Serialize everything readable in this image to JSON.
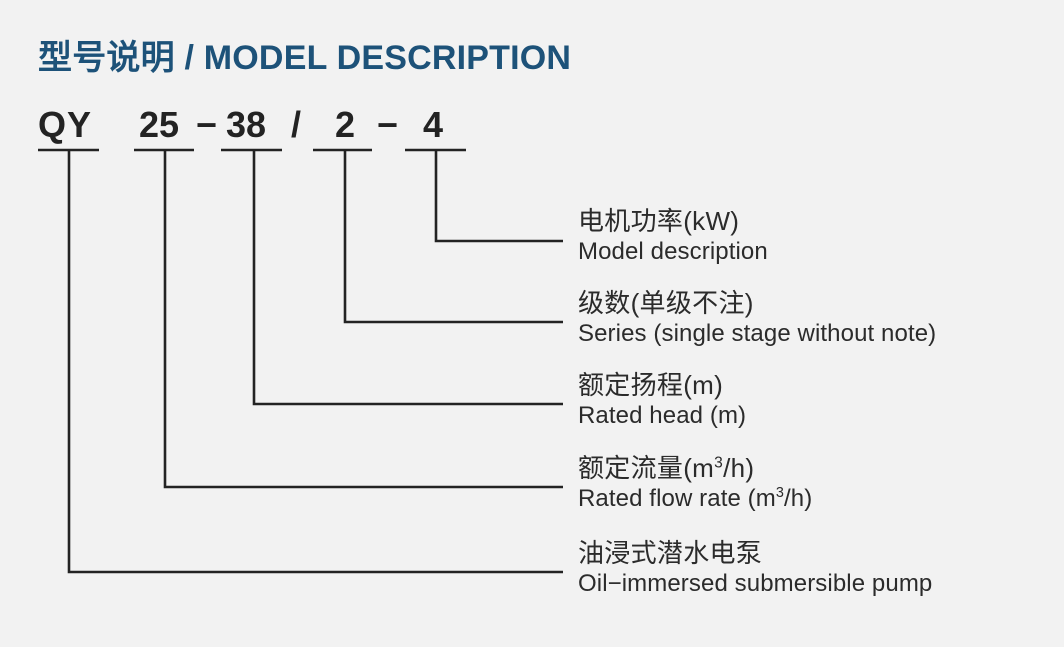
{
  "title": {
    "cn": "型号说明",
    "separator": " / ",
    "en": "MODEL DESCRIPTION",
    "color": "#1d5279"
  },
  "model_code": {
    "full": "QY 25-38 / 2 - 4",
    "segments": [
      {
        "key": "prefix",
        "text": "QY"
      },
      {
        "key": "flow",
        "text": "25"
      },
      {
        "key": "dash1",
        "text": "−"
      },
      {
        "key": "head",
        "text": "38"
      },
      {
        "key": "slash",
        "text": "/"
      },
      {
        "key": "series",
        "text": "2"
      },
      {
        "key": "dash2",
        "text": "−"
      },
      {
        "key": "power",
        "text": "4"
      }
    ]
  },
  "descriptions": [
    {
      "cn": "电机功率(kW)",
      "en": "Model description",
      "en_pre": "Model description",
      "en_sup": "",
      "en_post": ""
    },
    {
      "cn": "级数(单级不注)",
      "en": "Series (single stage without note)",
      "en_pre": "Series (single stage without note)",
      "en_sup": "",
      "en_post": ""
    },
    {
      "cn": "额定扬程(m)",
      "en": "Rated head (m)",
      "en_pre": "Rated head (m)",
      "en_sup": "",
      "en_post": ""
    },
    {
      "cn": "额定流量(m³/h)",
      "cn_pre": "额定流量(m",
      "cn_sup": "3",
      "cn_post": "/h)",
      "en": "Rated flow rate (m³/h)",
      "en_pre": "Rated flow rate (m",
      "en_sup": "3",
      "en_post": "/h)"
    },
    {
      "cn": "油浸式潜水电泵",
      "en": "Oil−immersed submersible pump",
      "en_pre": "Oil−immersed submersible pump",
      "en_sup": "",
      "en_post": ""
    }
  ],
  "diagram": {
    "line_color": "#232323",
    "background": "#f2f2f2",
    "underline_count": 5
  }
}
